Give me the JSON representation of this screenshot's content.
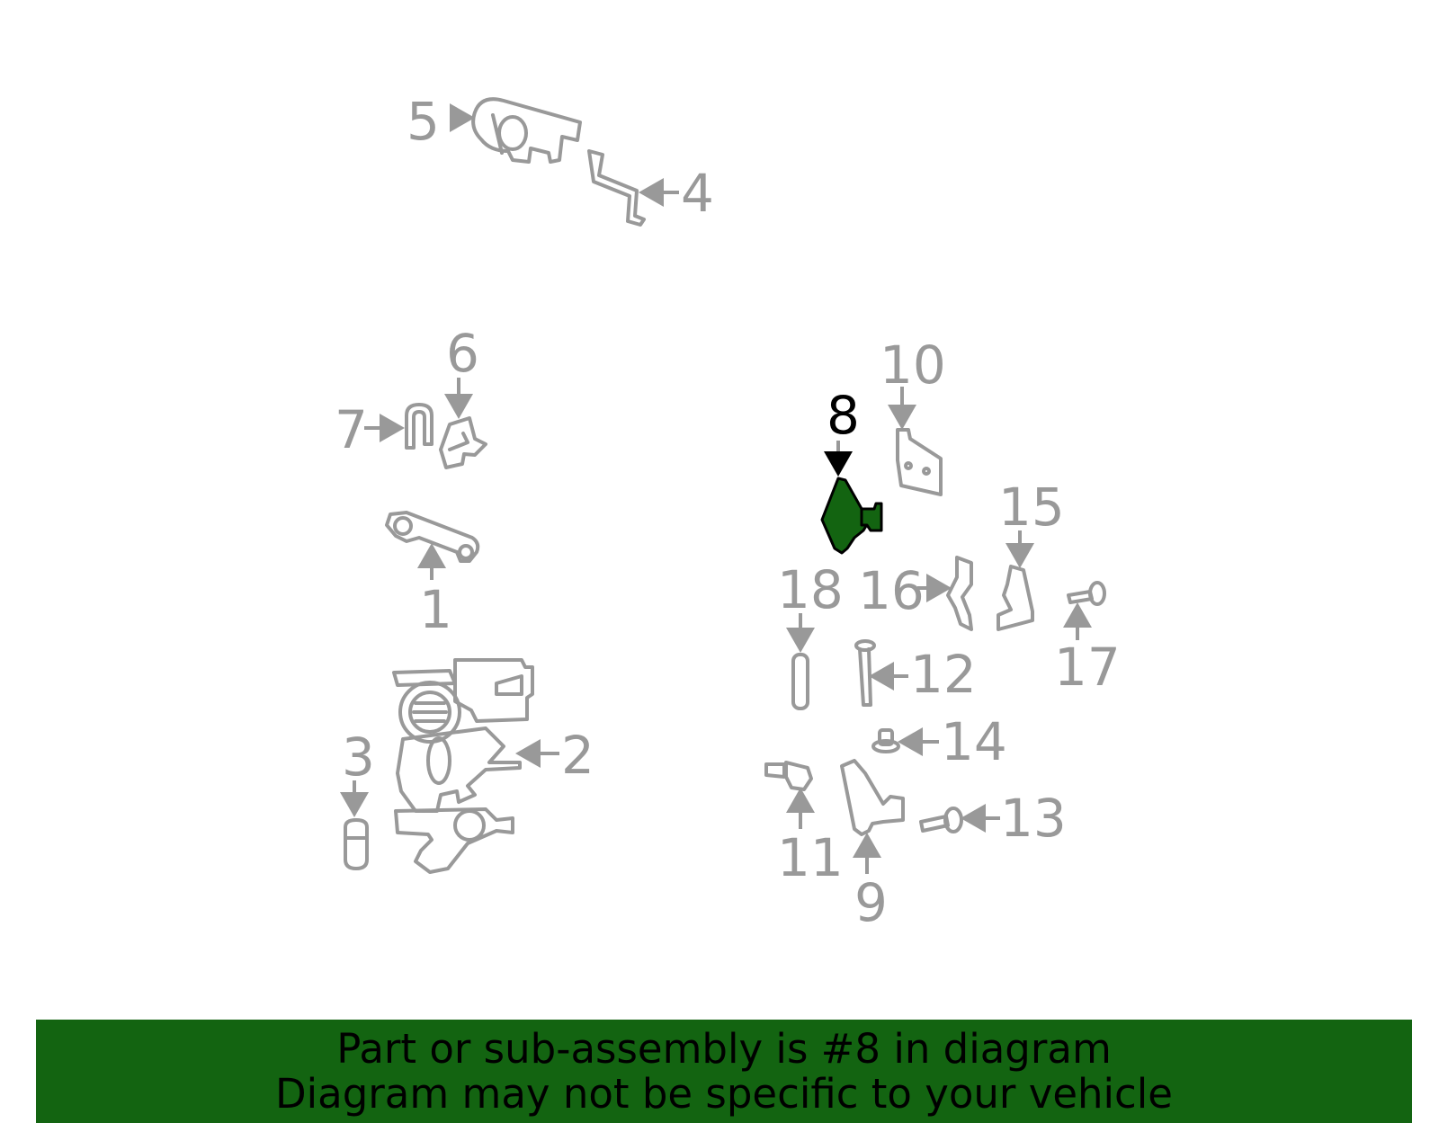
{
  "diagram": {
    "highlight_color": "#136411",
    "line_color": "#999999",
    "highlighted_part": "8",
    "callouts": [
      "1",
      "2",
      "3",
      "4",
      "5",
      "6",
      "7",
      "8",
      "9",
      "10",
      "11",
      "12",
      "13",
      "14",
      "15",
      "16",
      "17",
      "18"
    ]
  },
  "banner": {
    "line1": "Part or sub-assembly is #8 in diagram",
    "line2": "Diagram may not be specific to your vehicle",
    "background": "#136411"
  }
}
